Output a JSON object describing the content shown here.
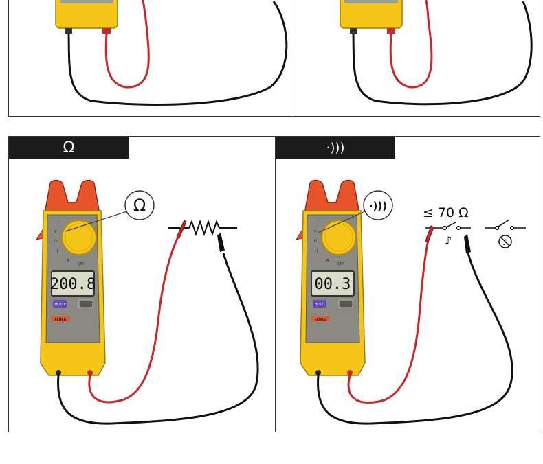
{
  "panels": {
    "resistance": {
      "tab_symbol": "Ω",
      "callout_symbol": "Ω",
      "display_value": "200.8",
      "brand": "FLUKE",
      "hold_label": "HOLD"
    },
    "continuity": {
      "tab_symbol": "·)))",
      "callout_symbol": "·)))",
      "display_value": "00.3",
      "threshold_label": "≤ 70 Ω",
      "brand": "FLUKE",
      "hold_label": "HOLD"
    }
  },
  "colors": {
    "meter_yellow": "#f5c518",
    "meter_gray": "#8a8a82",
    "jaw_orange": "#e8542a",
    "lead_red": "#c8282a",
    "lead_black": "#111111",
    "tab_black": "#1b1b1b"
  }
}
